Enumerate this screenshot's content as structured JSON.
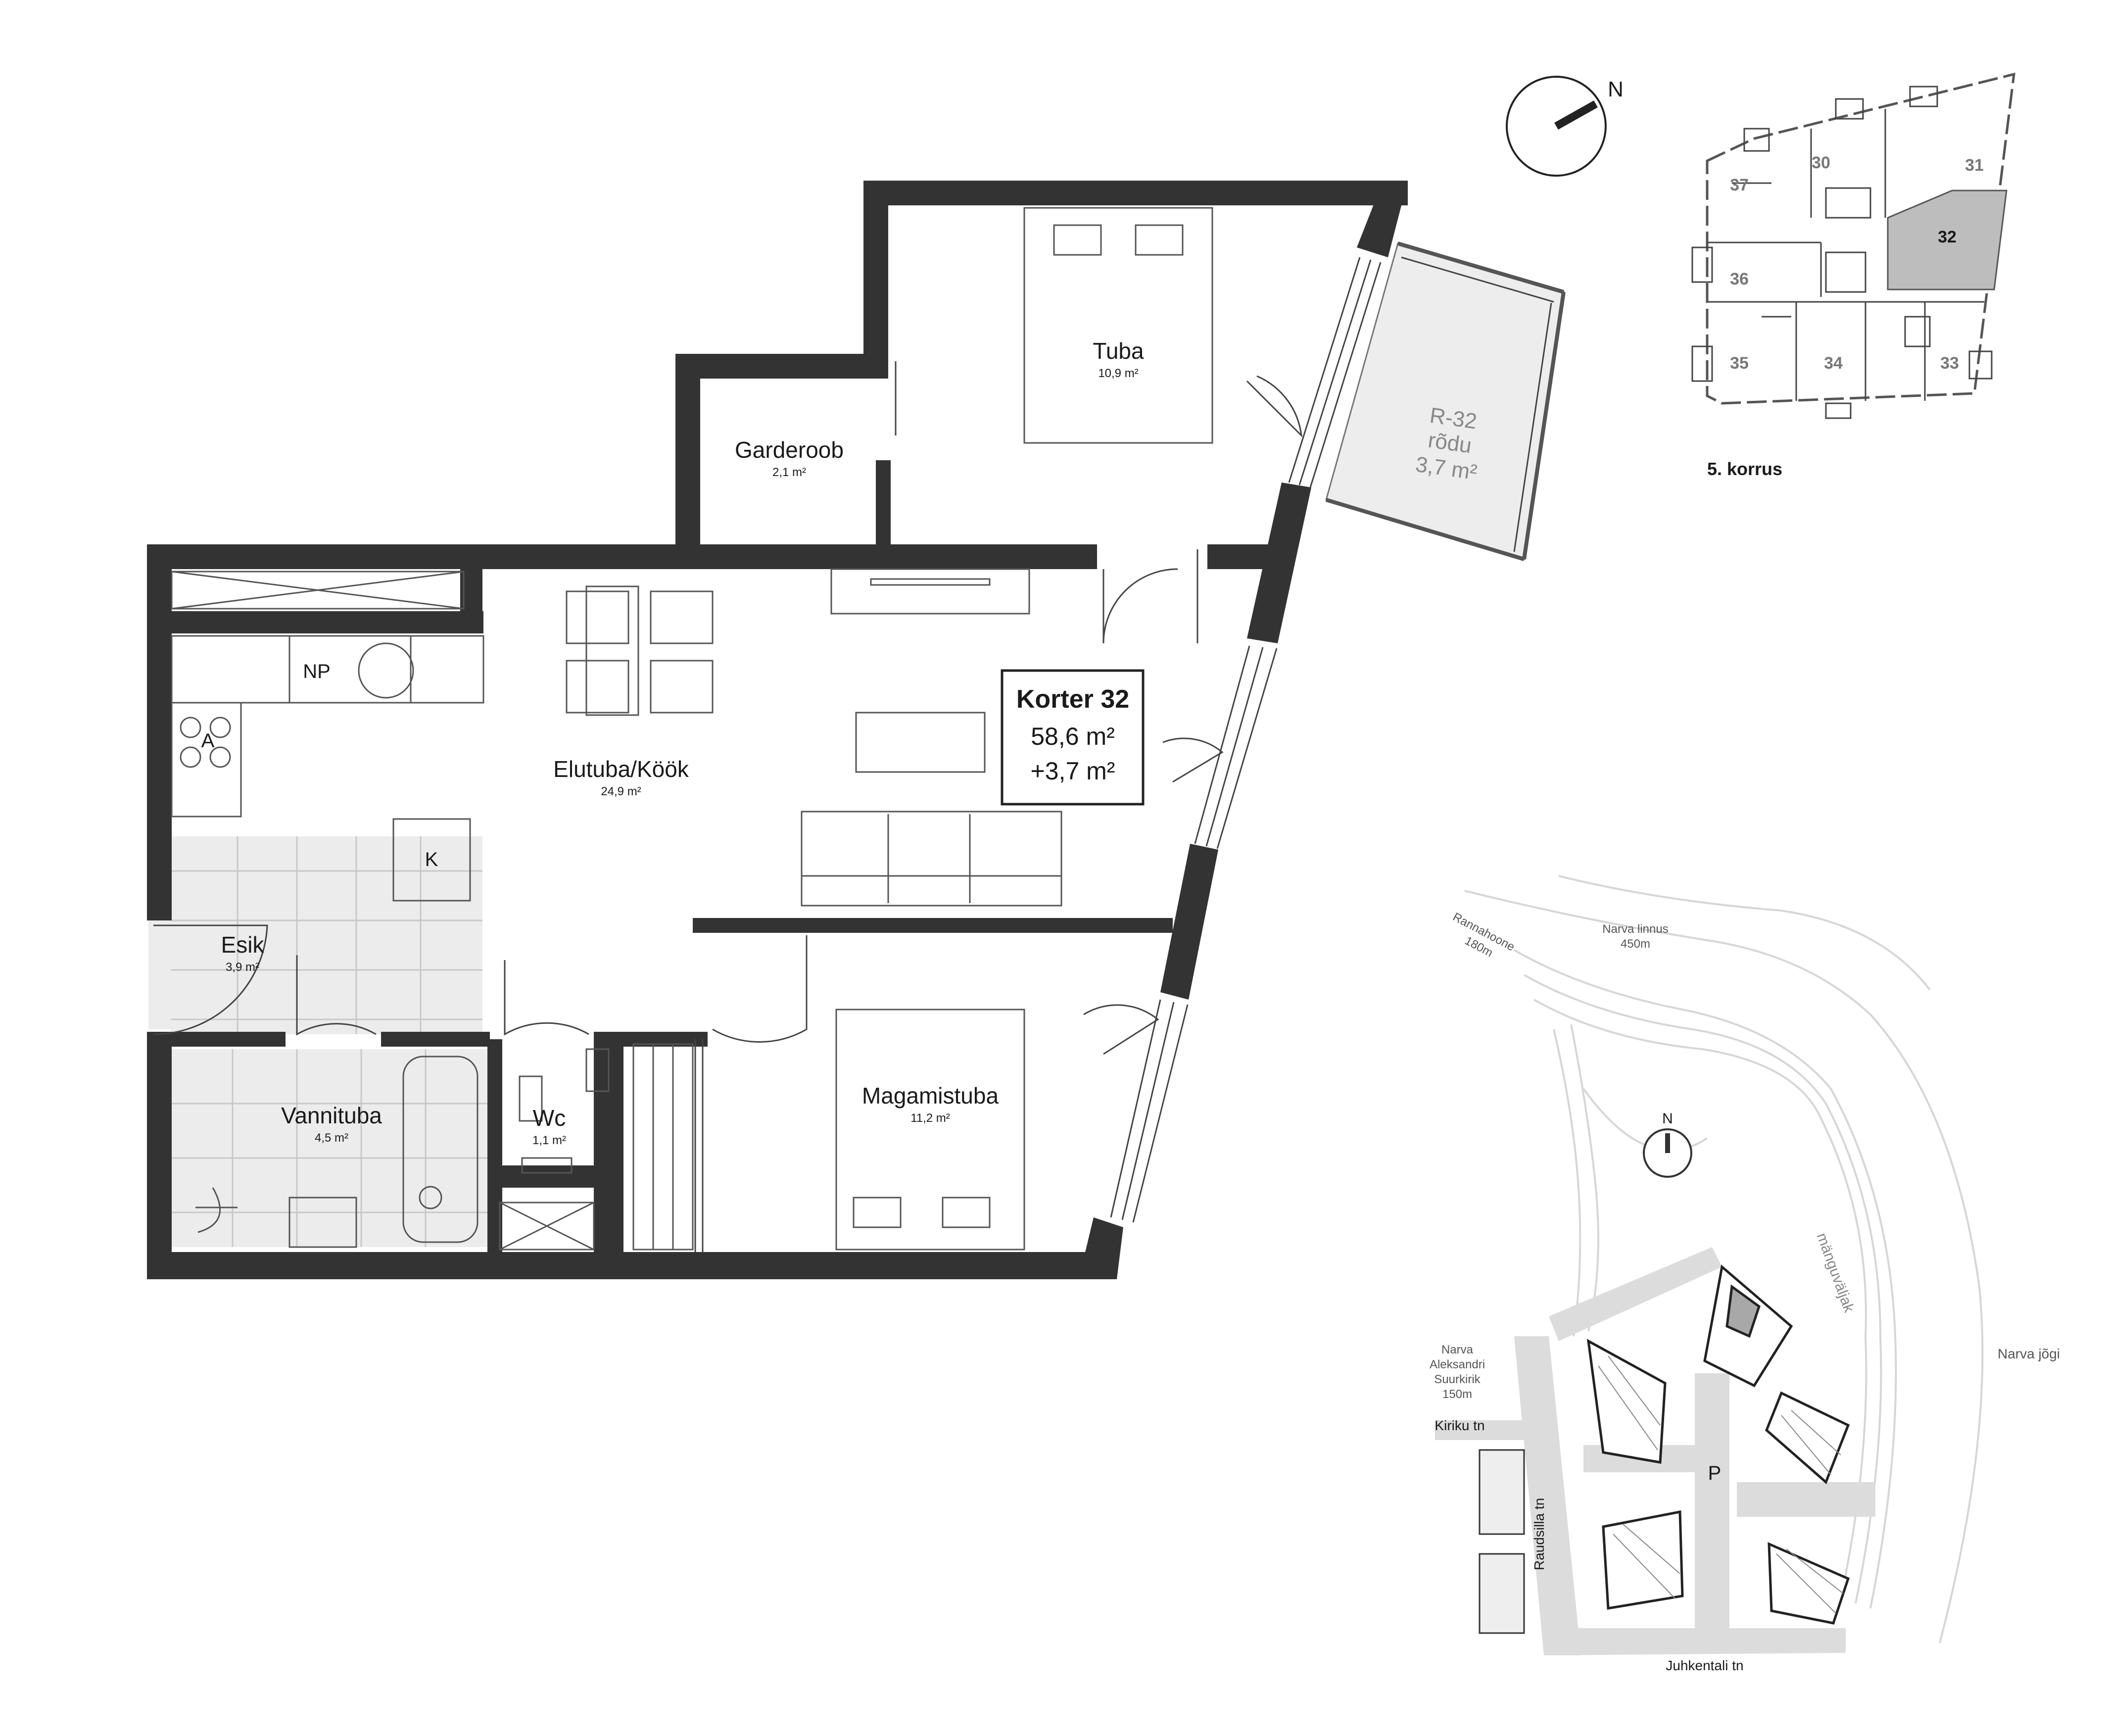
{
  "apartment": {
    "title": "Korter 32",
    "area": "58,6 m²",
    "extra_area": "+3,7 m²"
  },
  "rooms": {
    "tuba": {
      "name": "Tuba",
      "area": "10,9 m²"
    },
    "garderoob": {
      "name": "Garderoob",
      "area": "2,1 m²"
    },
    "elutuba": {
      "name": "Elutuba/Köök",
      "area": "24,9 m²"
    },
    "esik": {
      "name": "Esik",
      "area": "3,9 m²"
    },
    "vannituba": {
      "name": "Vannituba",
      "area": "4,5 m²"
    },
    "wc": {
      "name": "Wc",
      "area": "1,1 m²"
    },
    "magamistuba": {
      "name": "Magamistuba",
      "area": "11,2 m²"
    }
  },
  "balcony": {
    "code": "R-32",
    "name": "rõdu",
    "area": "3,7 m²"
  },
  "fixtures": {
    "np": "NP",
    "a": "A",
    "k": "K"
  },
  "compass": {
    "north": "N"
  },
  "key_plan": {
    "floor_label": "5. korrus",
    "apartments": [
      "37",
      "30",
      "31",
      "32",
      "36",
      "35",
      "34",
      "33"
    ],
    "highlighted": "32",
    "highlight_color": "#bdbdbd"
  },
  "site_map": {
    "north": "N",
    "labels": {
      "rannahoone": "Rannahoone",
      "rannahoone_dist": "180m",
      "narva_linnus": "Narva linnus",
      "narva_linnus_dist": "450m",
      "manguvaljak": "mänguväljak",
      "narva_jogi": "Narva jõgi",
      "church_1": "Narva",
      "church_2": "Aleksandri",
      "church_3": "Suurkirik",
      "church_dist": "150m",
      "kiriku": "Kiriku tn",
      "raudsilla": "Raudsilla tn",
      "juhkentali": "Juhkentali tn",
      "parking": "P"
    }
  },
  "colors": {
    "wall": "#333333",
    "tile_floor": "#ececec",
    "balcony_floor": "#ededed"
  }
}
